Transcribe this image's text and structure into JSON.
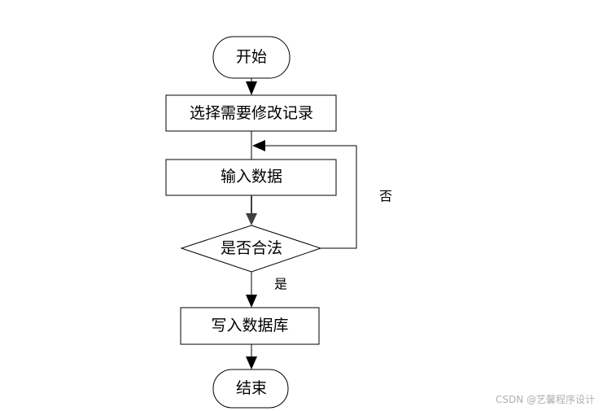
{
  "flowchart": {
    "start": "开始",
    "step_select": "选择需要修改记录",
    "step_input": "输入数据",
    "decision": "是否合法",
    "label_yes": "是",
    "label_no": "否",
    "step_write": "写入数据库",
    "end": "结束"
  },
  "watermark": "CSDN @艺馨程序设计",
  "colors": {
    "line": "#000000",
    "arrow": "#404040",
    "background": "#ffffff"
  }
}
